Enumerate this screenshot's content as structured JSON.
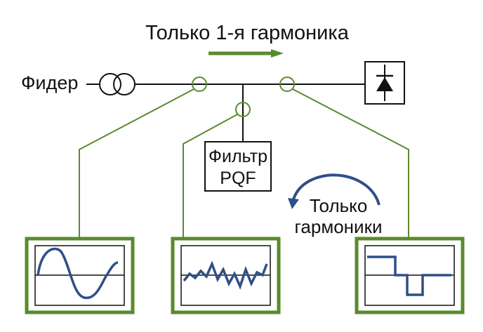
{
  "title": "Только 1-я гармоника",
  "feeder_label": "Фидер",
  "filter_label_line1": "Фильтр",
  "filter_label_line2": "PQF",
  "harmonics_label_line1": "Только",
  "harmonics_label_line2": "гармоники",
  "colors": {
    "line": "#111111",
    "green": "#5a8a2e",
    "wave": "#2f4f87",
    "box_fill": "#ffffff"
  },
  "icons": {
    "transformer": "transformer-icon",
    "diode": "diode-icon",
    "flow_arrow": "arrow-right-icon",
    "circular_arrow": "circular-arrow-icon",
    "current_transformers": "current-transformer-icon"
  },
  "panels": [
    {
      "name": "sine-wave-panel",
      "waveform": "sine"
    },
    {
      "name": "distorted-wave-panel",
      "waveform": "zigzag"
    },
    {
      "name": "square-wave-panel",
      "waveform": "square"
    }
  ]
}
